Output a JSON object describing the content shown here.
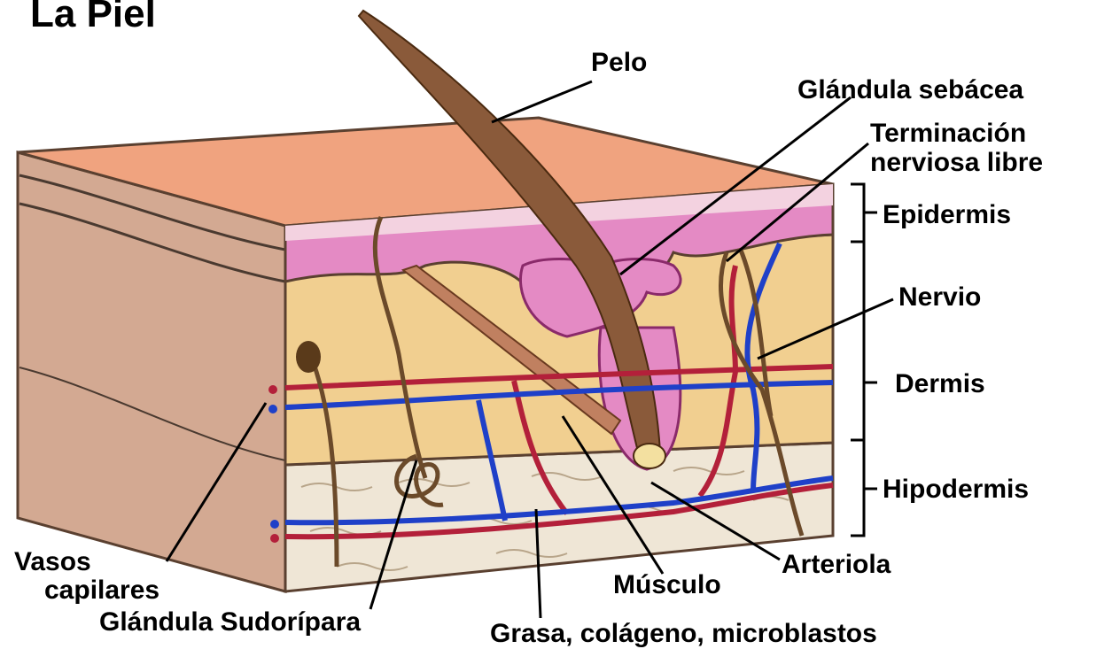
{
  "title": "La Piel",
  "labels": {
    "pelo": "Pelo",
    "glandula_sebacea": "Glándula sebácea",
    "terminacion_1": "Terminación",
    "terminacion_2": "nerviosa libre",
    "epidermis": "Epidermis",
    "nervio": "Nervio",
    "dermis": "Dermis",
    "hipodermis": "Hipodermis",
    "arteriola": "Arteriola",
    "musculo": "Músculo",
    "vasos_1": "Vasos",
    "vasos_2": "capilares",
    "glandula_sudoripara": "Glándula Sudorípara",
    "grasa": "Grasa, colágeno, microblastos"
  },
  "colors": {
    "skin_top": "#f0a37f",
    "side_face": "#d3a992",
    "epidermis_pink": "#e48ac4",
    "epidermis_light": "#f3d2e0",
    "dermis": "#f1cf90",
    "hypodermis": "#efe6d6",
    "hair": "#8a5a3a",
    "artery": "#b3203a",
    "vein": "#1f40c8",
    "nerve": "#6b4a2a"
  }
}
